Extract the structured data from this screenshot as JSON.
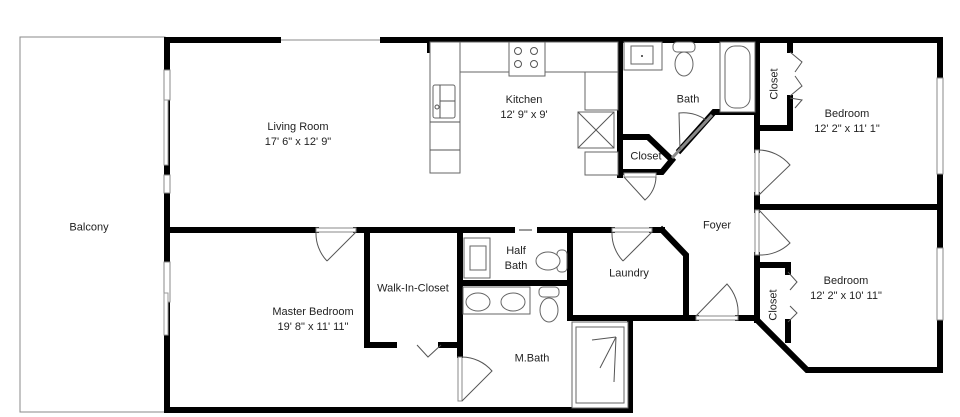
{
  "plan": {
    "rooms": {
      "balcony": {
        "name": "Balcony"
      },
      "living_room": {
        "name": "Living Room",
        "size": "17' 6\" x 12' 9\""
      },
      "kitchen": {
        "name": "Kitchen",
        "size": "12' 9\" x 9'"
      },
      "bath": {
        "name": "Bath"
      },
      "hall_closet": {
        "name": "Closet"
      },
      "bedroom1_closet": {
        "name": "Closet"
      },
      "bedroom1": {
        "name": "Bedroom",
        "size": "12' 2\" x 11' 1\""
      },
      "foyer": {
        "name": "Foyer"
      },
      "half_bath": {
        "name": "Half Bath",
        "line1": "Half",
        "line2": "Bath"
      },
      "laundry": {
        "name": "Laundry"
      },
      "bedroom2_closet": {
        "name": "Closet"
      },
      "bedroom2": {
        "name": "Bedroom",
        "size": "12' 2\" x 10' 11\""
      },
      "walk_in_closet": {
        "name": "Walk-In-Closet"
      },
      "master_bedroom": {
        "name": "Master Bedroom",
        "size": "19' 8\" x 11' 11\""
      },
      "master_bath": {
        "name": "M.Bath"
      }
    },
    "colors": {
      "wall": "#000000",
      "fixture": "#666666",
      "background": "#ffffff"
    }
  }
}
